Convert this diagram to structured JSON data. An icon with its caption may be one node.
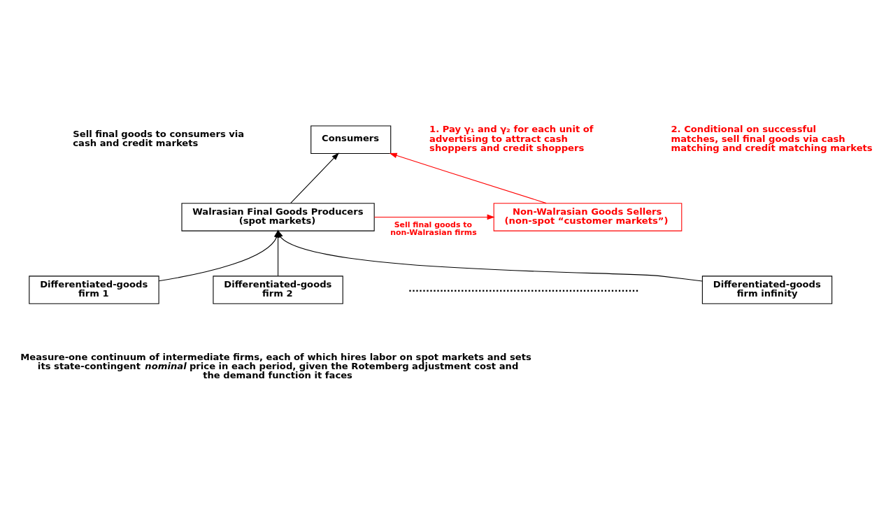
{
  "diagram": {
    "nodes": [
      {
        "text": [
          "Consumers"
        ]
      },
      {
        "text": [
          "Walrasian Final Goods Producers (spot markets)"
        ]
      },
      {
        "text": [
          "Non-Walrasian Goods Sellers (non-spot “customer markets”)"
        ]
      },
      {
        "text": [
          "Differentiated-goods firm 1"
        ]
      },
      {
        "text": [
          "Differentiated-goods firm 2"
        ]
      },
      {
        "text": [
          "Differentiated-goods firm infinity"
        ]
      }
    ],
    "edges": [
      {
        "from": 1,
        "to": 0,
        "arrow": "to"
      },
      {
        "from": 2,
        "to": 0,
        "arrow": "to",
        "color": "#ff0000"
      },
      {
        "from": 1,
        "to": 2,
        "arrow": "to",
        "label": "Sell final goods to non-Walrasian firms",
        "color": "#ff0000"
      },
      {
        "from": 3,
        "to": 1,
        "arrow": "to"
      },
      {
        "from": 4,
        "to": 1,
        "arrow": "to"
      },
      {
        "from": 5,
        "to": 1,
        "arrow": "to"
      }
    ],
    "labels": [
      "Sell final goods to consumers via cash and credit markets",
      "1. Pay γ₁ and γ₂ for each unit of advertising to attract cash shoppers and credit shoppers",
      "2. Conditional on successful matches, sell final goods via cash matching and credit matching markets",
      "..................................................................",
      "Measure-one continuum of intermediate firms, each of which hires labor on spot markets and sets its state-contingent *nominal* price in each period, given the Rotemberg adjustment cost and the demand function it faces"
    ]
  }
}
